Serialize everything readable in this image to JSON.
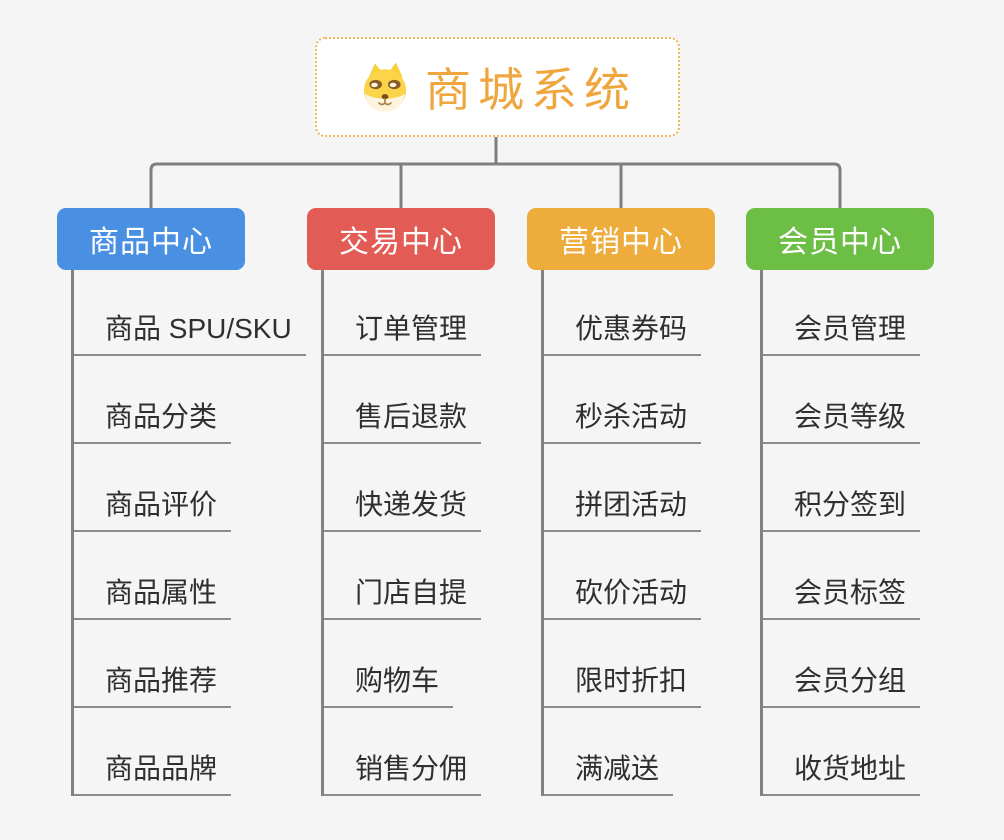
{
  "page": {
    "background": "#F5F5F5"
  },
  "connectors": {
    "color": "#7E7E7E"
  },
  "root": {
    "title": "商城系统",
    "icon": "doge-face-icon",
    "accent_color": "#F0A63E",
    "border_color": "#F1B45F"
  },
  "branches": [
    {
      "label": "商品中心",
      "color": "#4A90E2",
      "children": [
        "商品 SPU/SKU",
        "商品分类",
        "商品评价",
        "商品属性",
        "商品推荐",
        "商品品牌"
      ]
    },
    {
      "label": "交易中心",
      "color": "#E25B55",
      "children": [
        "订单管理",
        "售后退款",
        "快递发货",
        "门店自提",
        "购物车",
        "销售分佣"
      ]
    },
    {
      "label": "营销中心",
      "color": "#EDAC3C",
      "children": [
        "优惠券码",
        "秒杀活动",
        "拼团活动",
        "砍价活动",
        "限时折扣",
        "满减送"
      ]
    },
    {
      "label": "会员中心",
      "color": "#6CBE45",
      "children": [
        "会员管理",
        "会员等级",
        "积分签到",
        "会员标签",
        "会员分组",
        "收货地址"
      ]
    }
  ]
}
